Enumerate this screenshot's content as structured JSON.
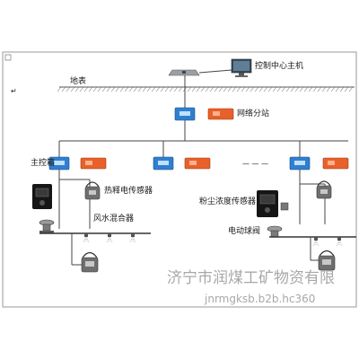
{
  "labels": {
    "control_host": "控制中心主机",
    "ground": "地表",
    "network_substation": "网络分站",
    "main_control_box": "主控箱",
    "dash": "— — —",
    "pyro_sensor": "热释电传感器",
    "wind_water_mixer": "风水混合器",
    "dust_sensor": "粉尘浓度传感器",
    "electric_valve": "电动球阀",
    "return_mark": "↵"
  },
  "watermark": {
    "line1": "济宁市润煤工矿物资有限",
    "line2": "jnrmgksb.b2b.hc360"
  },
  "colors": {
    "box_blue": "#2f7fd0",
    "box_orange": "#e8602a",
    "line": "#444444",
    "frame": "#9a9a9a",
    "watermark": "#a8a8a8"
  }
}
